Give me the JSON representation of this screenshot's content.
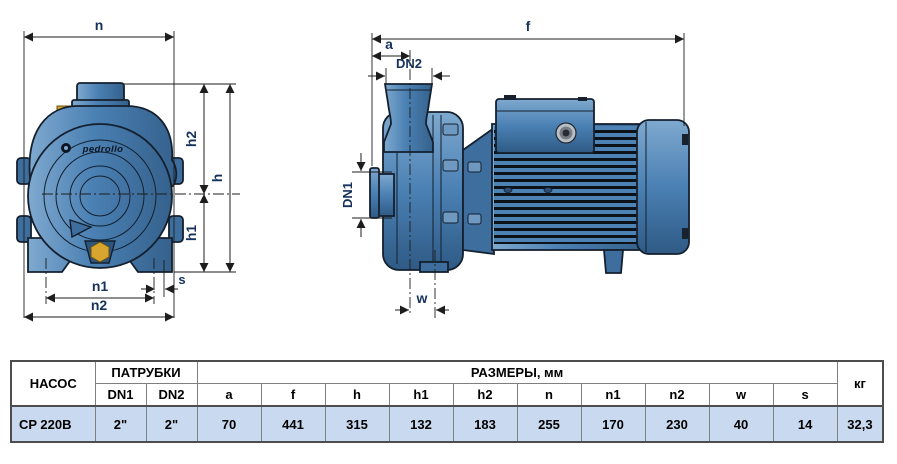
{
  "drawing": {
    "logo": "pedrollo",
    "labels": {
      "n": "n",
      "h": "h",
      "h1": "h1",
      "h2": "h2",
      "n1": "n1",
      "n2": "n2",
      "s": "s",
      "f": "f",
      "a": "a",
      "dn1": "DN1",
      "dn2": "DN2",
      "w": "w"
    }
  },
  "table": {
    "headers": {
      "pump": "НАСОС",
      "ports": "ПАТРУБКИ",
      "dims": "РАЗМЕРЫ, мм",
      "weight": "кг"
    },
    "subheaders": [
      "DN1",
      "DN2",
      "a",
      "f",
      "h",
      "h1",
      "h2",
      "n",
      "n1",
      "n2",
      "w",
      "s"
    ],
    "rows": [
      {
        "model": "CP 220B",
        "dn1": "2\"",
        "dn2": "2\"",
        "a": "70",
        "f": "441",
        "h": "315",
        "h1": "132",
        "h2": "183",
        "n": "255",
        "n1": "170",
        "n2": "230",
        "w": "40",
        "s": "14",
        "kg": "32,3"
      }
    ]
  },
  "colors": {
    "pump_blue": "#4a80b3",
    "pump_blue_dark": "#2f5a85",
    "pump_blue_light": "#7fa9cf",
    "brass": "#d8a62e",
    "row_highlight": "#c9d9ef",
    "table_border": "#4d4d4d",
    "dim_label": "#16325a"
  }
}
